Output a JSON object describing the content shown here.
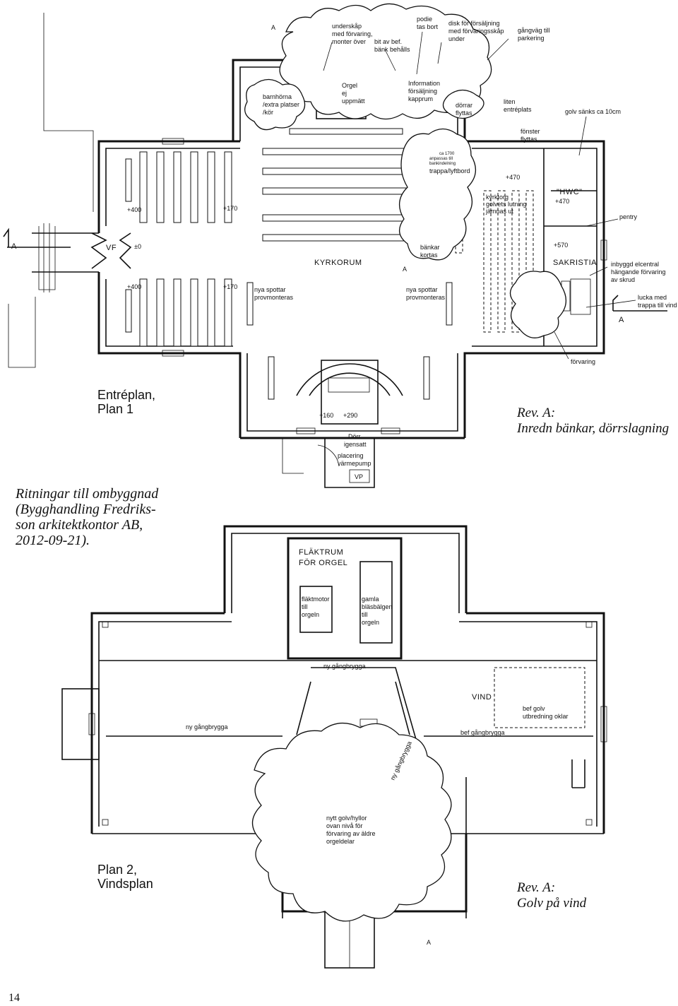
{
  "page_number": "14",
  "caption": {
    "line1": "Ritningar till ombyggnad",
    "line2": "(Bygghandling Fredriks-",
    "line3": "son arkitektkontor AB,",
    "line4": "2012-09-21)."
  },
  "plan1": {
    "title_line1": "Entréplan,",
    "title_line2": "Plan 1",
    "rev_line1": "Rev. A:",
    "rev_line2": "Inredn bänkar, dörrslagning",
    "labels": {
      "underskap1": "underskåp",
      "underskap2": "med förvaring,",
      "underskap3": "monter över",
      "podie1": "podie",
      "podie2": "tas bort",
      "disk1": "disk för försäljning",
      "disk2": "med förvaringsskåp",
      "disk3": "under",
      "gangvag1": "gångväg till",
      "gangvag2": "parkering",
      "bit1": "bit av bef.",
      "bit2": "bänk behålls",
      "orgel1": "Orgel",
      "orgel2": "ej",
      "orgel3": "uppmätt",
      "info1": "Information",
      "info2": "försäljning",
      "info3": "kapprum",
      "barnhorna1": "barnhörna",
      "barnhorna2": "/extra platser",
      "barnhorna3": "/kör",
      "dorrar1": "dörrar",
      "dorrar2": "flyttas",
      "liten1": "liten",
      "liten2": "entréplats",
      "golv": "golv sänks ca 10cm",
      "fonster1": "fönster",
      "fonster2": "flyttas",
      "ca1700_1": "ca 1700",
      "ca1700_2": "anpassas till",
      "ca1700_3": "bankindelning",
      "trappa": "trappa/lyftbord",
      "kyrktorg1": "kyrktorg",
      "kyrktorg2": "golvets lutning",
      "kyrktorg3": "jämnas ut",
      "hwc": "\"HWC\"",
      "pentry": "pentry",
      "sakristia": "SAKRISTIA",
      "bankar1": "bänkar",
      "bankar2": "kortas",
      "kyrkorum": "KYRKORUM",
      "inbyggd1": "inbyggd elcentral",
      "inbyggd2": "hängande förvaring",
      "inbyggd3": "av skrud",
      "lucka1": "lucka med",
      "lucka2": "trappa till vind",
      "spottar_l1": "nya spottar",
      "spottar_l2": "provmonteras",
      "spottar_r1": "nya spottar",
      "spottar_r2": "provmonteras",
      "forvaring": "förvaring",
      "vf": "VF",
      "a_left": "A",
      "a_right": "A",
      "a_top": "A",
      "a_mid": "A",
      "lev_400a": "+400",
      "lev_400b": "+400",
      "lev_170a": "+170",
      "lev_170b": "+170",
      "lev_0": "±0",
      "lev_470a": "+470",
      "lev_470b": "+470",
      "lev_570": "+570",
      "lev_160": "+160",
      "lev_290": "+290",
      "dorr1": "Dörr",
      "dorr2": "igensatt",
      "placering1": "placering",
      "placering2": "värmepump",
      "vp": "VP"
    }
  },
  "plan2": {
    "title_line1": "Plan 2,",
    "title_line2": "Vindsplan",
    "rev_line1": "Rev. A:",
    "rev_line2": "Golv på vind",
    "labels": {
      "flaktrum1": "FLÄKTRUM",
      "flaktrum2": "FÖR ORGEL",
      "flaktmotor1": "fläktmotor",
      "flaktmotor2": "till",
      "flaktmotor3": "orgeln",
      "gamla1": "gamla",
      "gamla2": "bläsbälgen",
      "gamla3": "till",
      "gamla4": "orgeln",
      "gangbrygga_top": "ny gångbrygga",
      "gangbrygga_left": "ny gångbrygga",
      "gangbrygga_diag": "ny gångbrygga",
      "bef_gangbrygga": "bef gångbrygga",
      "vind": "VIND",
      "bef_golv1": "bef golv",
      "bef_golv2": "utbredning oklar",
      "nytt1": "nytt golv/hyllor",
      "nytt2": "ovan nivå för",
      "nytt3": "förvaring av äldre",
      "nytt4": "orgeldelar",
      "a_bottom": "A"
    }
  }
}
